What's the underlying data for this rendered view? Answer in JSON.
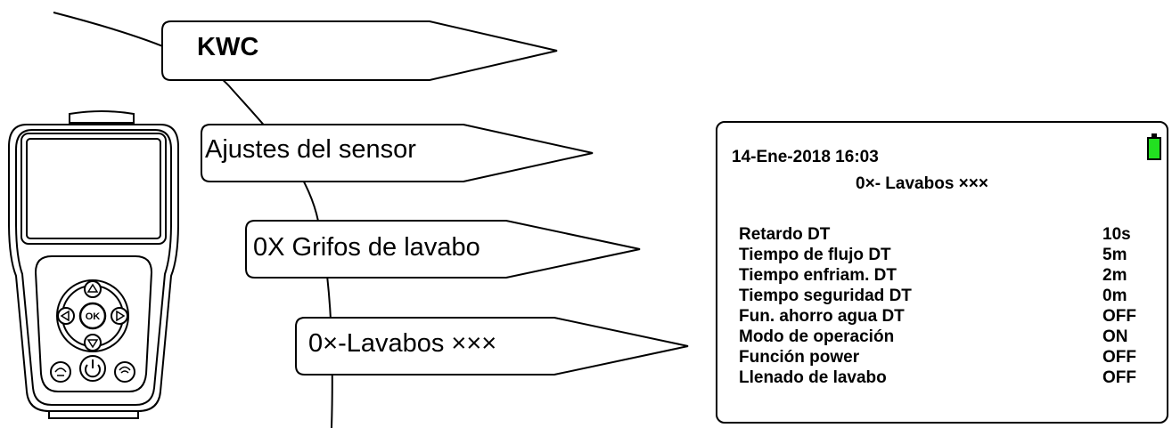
{
  "breadcrumb": [
    {
      "label": "KWC"
    },
    {
      "label": "Ajustes del sensor"
    },
    {
      "label": "0X Grifos de lavabo"
    },
    {
      "label": "0×-Lavabos ×××"
    }
  ],
  "screen": {
    "datetime": "14-Ene-2018 16:03",
    "title": "0×- Lavabos ×××",
    "battery_color": "#22e020",
    "settings": [
      {
        "label": "Retardo DT",
        "value": "10s"
      },
      {
        "label": "Tiempo de flujo DT",
        "value": "5m"
      },
      {
        "label": "Tiempo enfriam. DT",
        "value": "2m"
      },
      {
        "label": "Tiempo seguridad DT",
        "value": "0m"
      },
      {
        "label": "Fun. ahorro agua DT",
        "value": "OFF"
      },
      {
        "label": "Modo de operación",
        "value": "ON"
      },
      {
        "label": "Función power",
        "value": "OFF"
      },
      {
        "label": "Llenado de lavabo",
        "value": "OFF"
      }
    ]
  },
  "device": {
    "ok_button_label": "OK",
    "icons": [
      "arrow-up-icon",
      "arrow-down-icon",
      "arrow-left-icon",
      "arrow-right-icon",
      "power-icon",
      "left-function-icon",
      "right-function-icon"
    ]
  }
}
